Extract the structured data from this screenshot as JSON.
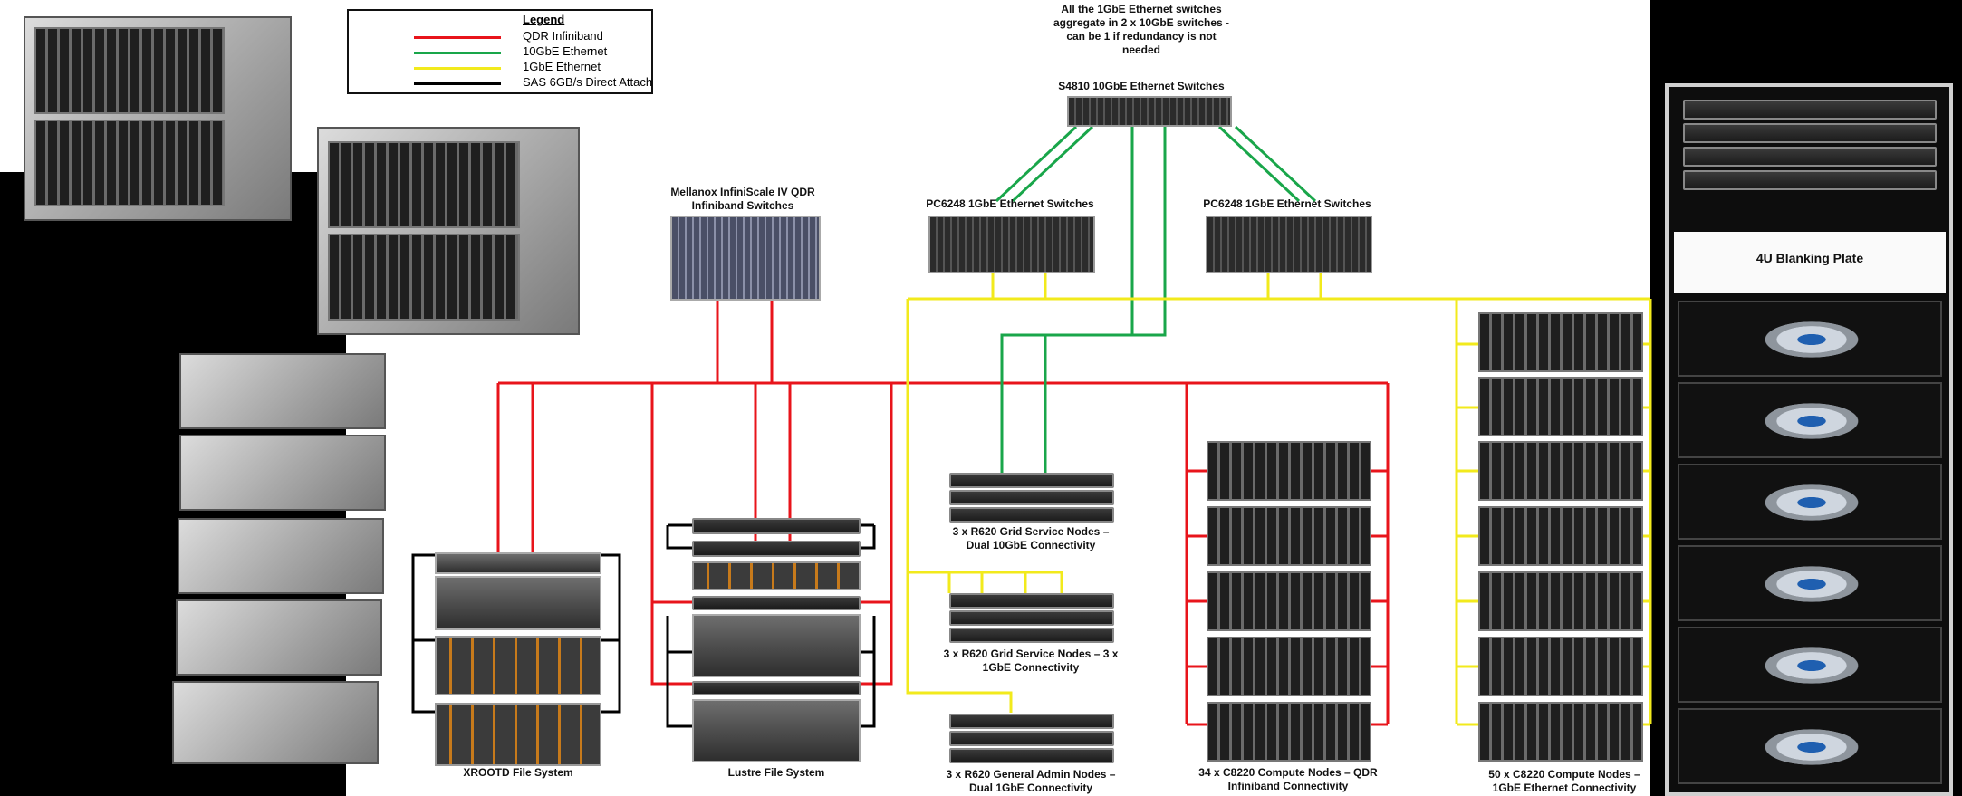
{
  "legend": {
    "title": "Legend",
    "items": [
      {
        "label": "QDR Infiniband",
        "color": "#e8141b"
      },
      {
        "label": "10GbE Ethernet",
        "color": "#19a64a"
      },
      {
        "label": "1GbE Ethernet",
        "color": "#f2ea1c"
      },
      {
        "label": "SAS 6GB/s Direct Attach",
        "color": "#000000"
      }
    ]
  },
  "notes": {
    "aggregate": "All the 1GbE Ethernet switches aggregate in 2 x 10GbE switches - can be 1 if redundancy is not needed"
  },
  "switches": {
    "s4810": "S4810 10GbE Ethernet Switches",
    "mellanox": "Mellanox InfiniScale IV QDR Infiniband Switches",
    "pc6248_left": "PC6248 1GbE Ethernet Switches",
    "pc6248_right": "PC6248 1GbE Ethernet Switches"
  },
  "systems": {
    "xrootd": "XROOTD File System",
    "lustre": "Lustre File System",
    "grid_10gbe": "3 x R620 Grid Service Nodes – Dual 10GbE Connectivity",
    "grid_1gbe": "3 x R620 Grid Service Nodes – 3 x 1GbE Connectivity",
    "admin": "3 x R620 General Admin Nodes – Dual 1GbE Connectivity",
    "c8220_qdr": "34 x C8220 Compute Nodes – QDR Infiniband Connectivity",
    "c8220_1gbe": "50 x C8220 Compute Nodes – 1GbE Ethernet Connectivity"
  },
  "rack": {
    "blanking_plate": "4U Blanking Plate"
  },
  "colors": {
    "qdr": "#e8141b",
    "ten_gbe": "#19a64a",
    "one_gbe": "#f2ea1c",
    "sas": "#000000"
  }
}
